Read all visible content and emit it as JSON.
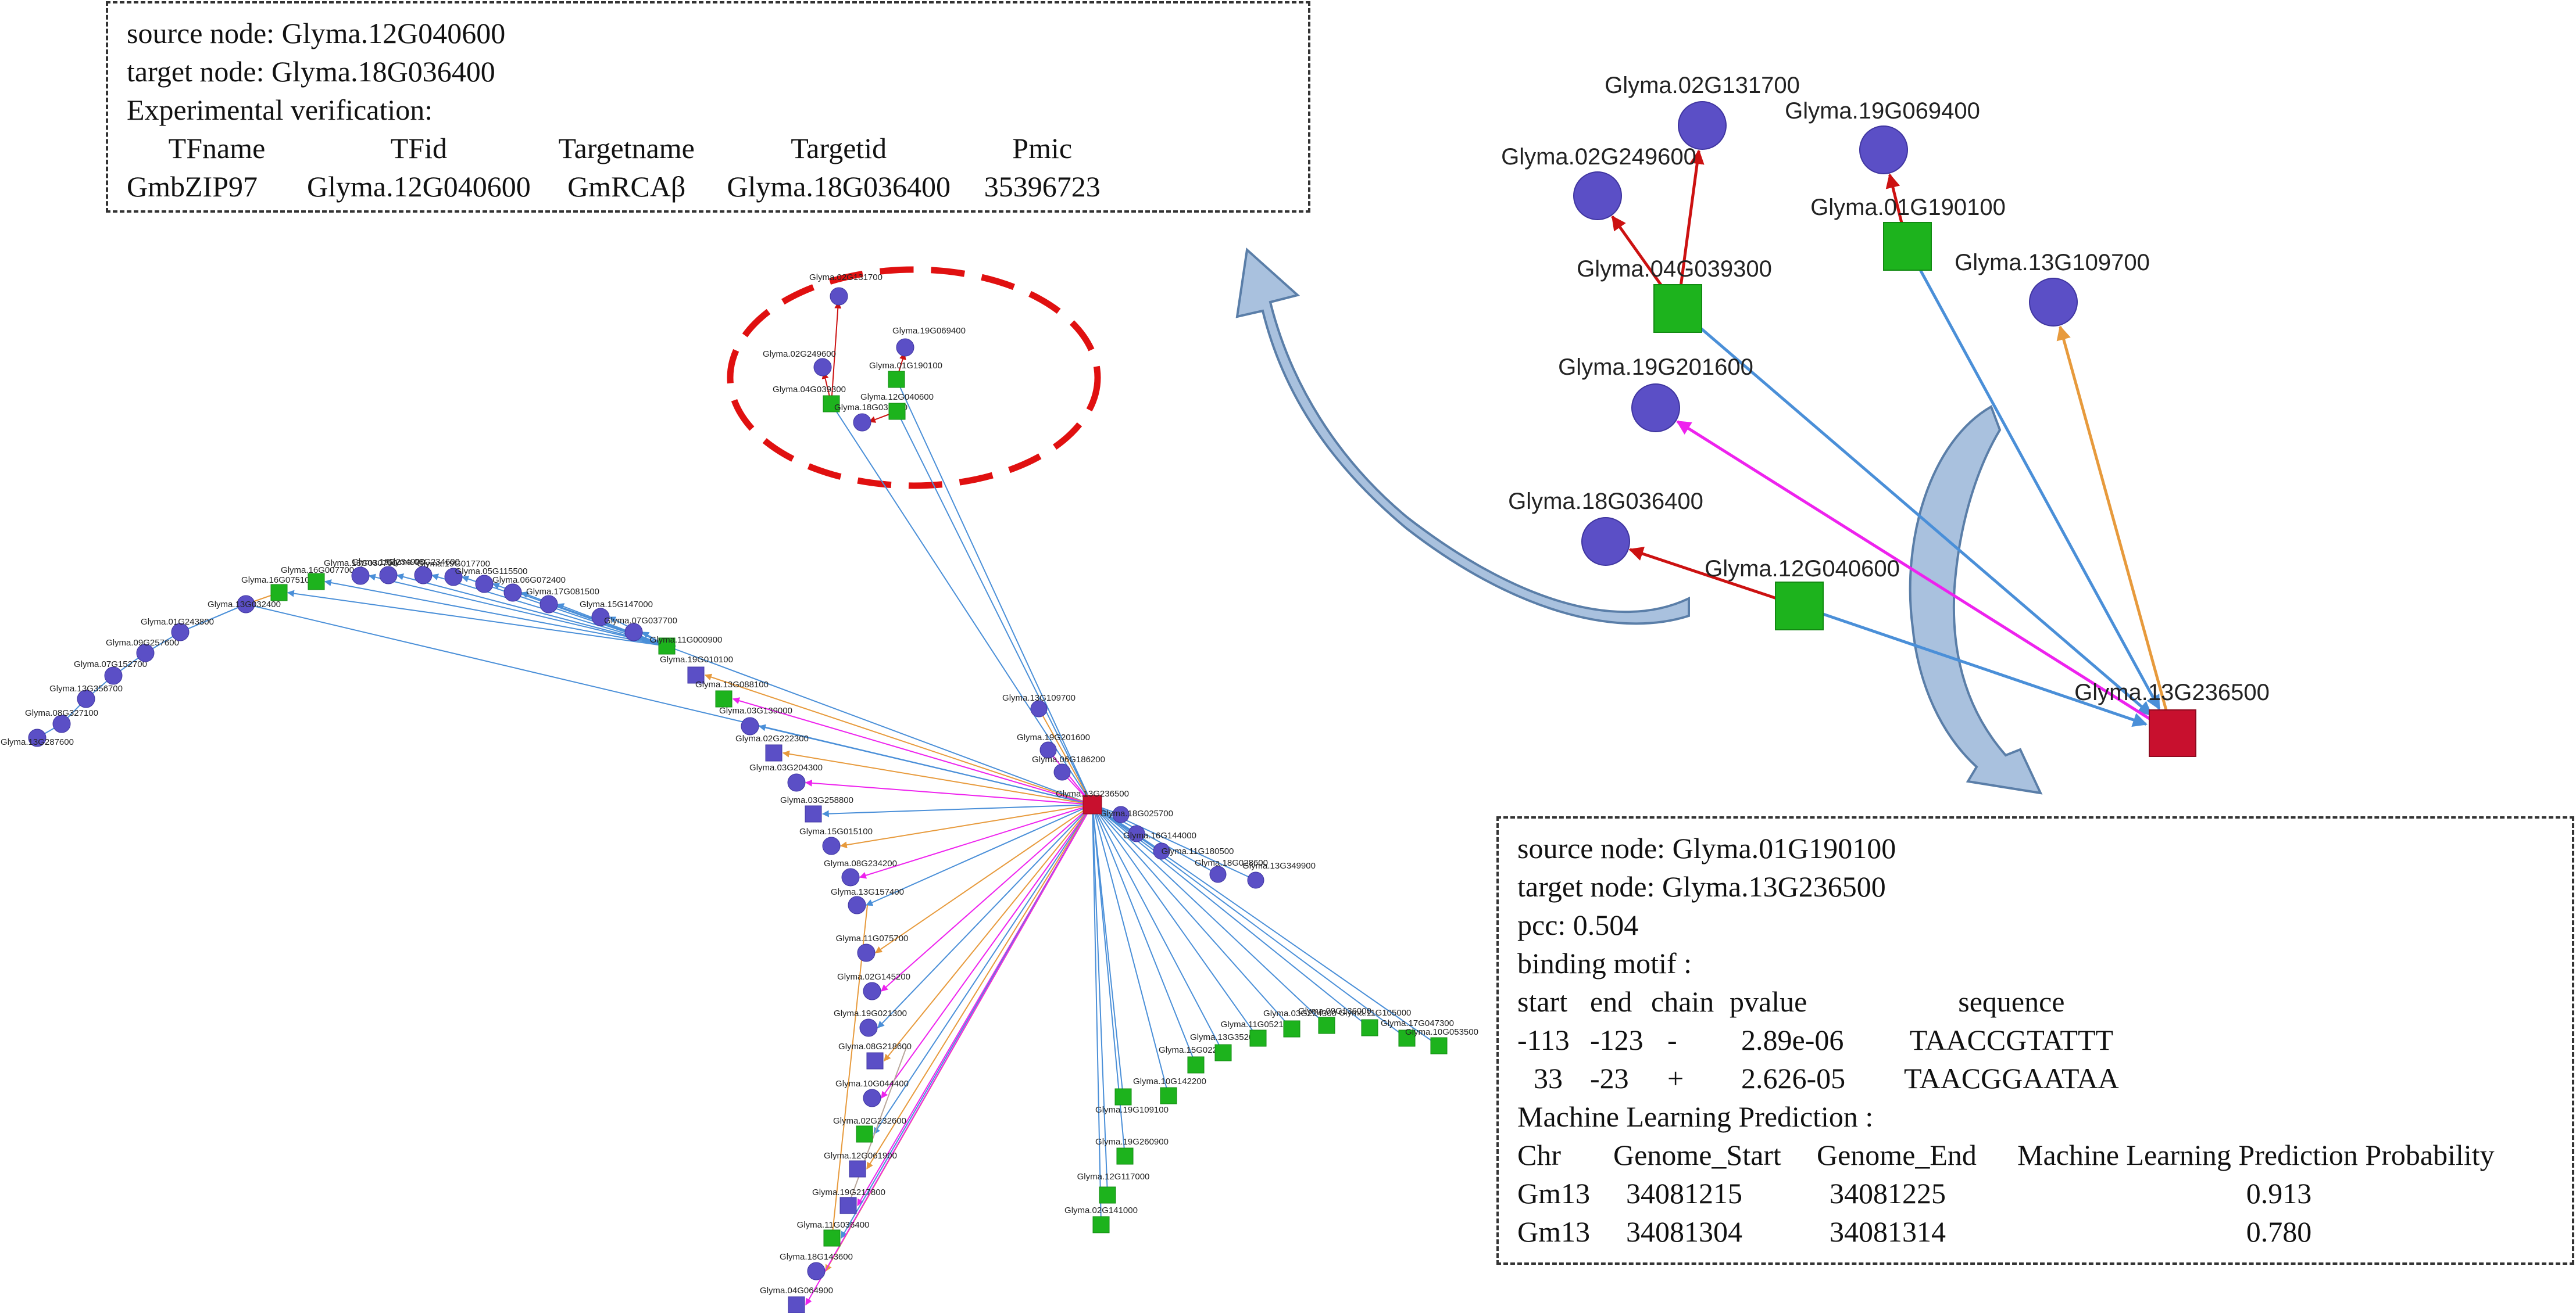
{
  "colors": {
    "tf_node": "#1db31d",
    "gene_node": "#5b4fc6",
    "target_node": "#c8102e",
    "edge_blue": "#4a8fd8",
    "edge_red": "#cc1111",
    "edge_orange": "#e79a3c",
    "edge_magenta": "#ee22ee",
    "highlight_ellipse": "#e01010",
    "callout_arrow_fill": "#a9c1de",
    "callout_arrow_stroke": "#5a7ea8"
  },
  "box1": {
    "source_line": "source node: Glyma.12G040600",
    "target_line": "target node: Glyma.18G036400",
    "section_title": "Experimental verification:",
    "headers": [
      "TFname",
      "TFid",
      "Targetname",
      "Targetid",
      "Pmic"
    ],
    "row": [
      "GmbZIP97",
      "Glyma.12G040600",
      "GmRCAβ",
      "Glyma.18G036400",
      "35396723"
    ]
  },
  "box2": {
    "source_line": "source node: Glyma.01G190100",
    "target_line": "target node: Glyma.13G236500",
    "pcc_line": "pcc: 0.504",
    "motif_title": "binding motif :",
    "motif_headers": [
      "start",
      "end",
      "chain",
      "pvalue",
      "sequence"
    ],
    "motif_rows": [
      [
        "-113",
        "-123",
        "-",
        "2.89e-06",
        "TAACCGTATTT"
      ],
      [
        "33",
        "-23",
        "+",
        "2.626-05",
        "TAACGGAATAA"
      ]
    ],
    "ml_title": "Machine Learning Prediction :",
    "ml_headers": [
      "Chr",
      "Genome_Start",
      "Genome_End",
      "Machine Learning Prediction Probability"
    ],
    "ml_rows": [
      [
        "Gm13",
        "34081215",
        "34081225",
        "0.913"
      ],
      [
        "Gm13",
        "34081304",
        "34081314",
        "0.780"
      ]
    ]
  },
  "zoom_network": {
    "nodes": [
      {
        "id": "z_13G236500",
        "label": "Glyma.13G236500",
        "kind": "target"
      },
      {
        "id": "z_12G040600",
        "label": "Glyma.12G040600",
        "kind": "tf"
      },
      {
        "id": "z_04G039300",
        "label": "Glyma.04G039300",
        "kind": "tf"
      },
      {
        "id": "z_01G190100",
        "label": "Glyma.01G190100",
        "kind": "tf"
      },
      {
        "id": "z_02G131700",
        "label": "Glyma.02G131700",
        "kind": "gene"
      },
      {
        "id": "z_19G069400",
        "label": "Glyma.19G069400",
        "kind": "gene"
      },
      {
        "id": "z_02G249600",
        "label": "Glyma.02G249600",
        "kind": "gene"
      },
      {
        "id": "z_13G109700",
        "label": "Glyma.13G109700",
        "kind": "gene"
      },
      {
        "id": "z_19G201600",
        "label": "Glyma.19G201600",
        "kind": "gene"
      },
      {
        "id": "z_18G036400",
        "label": "Glyma.18G036400",
        "kind": "gene"
      }
    ],
    "edges": [
      {
        "from": "z_04G039300",
        "to": "z_02G249600",
        "color": "red"
      },
      {
        "from": "z_04G039300",
        "to": "z_02G131700",
        "color": "red"
      },
      {
        "from": "z_01G190100",
        "to": "z_19G069400",
        "color": "red"
      },
      {
        "from": "z_12G040600",
        "to": "z_18G036400",
        "color": "red"
      },
      {
        "from": "z_04G039300",
        "to": "z_13G236500",
        "color": "blue"
      },
      {
        "from": "z_01G190100",
        "to": "z_13G236500",
        "color": "blue"
      },
      {
        "from": "z_12G040600",
        "to": "z_13G236500",
        "color": "blue"
      },
      {
        "from": "z_13G236500",
        "to": "z_13G109700",
        "color": "orange"
      },
      {
        "from": "z_13G236500",
        "to": "z_19G201600",
        "color": "magenta"
      }
    ]
  },
  "overview_network": {
    "hub": {
      "label": "Glyma.13G236500",
      "kind": "target"
    },
    "cluster_top": [
      {
        "label": "Glyma.02G131700",
        "kind": "gene"
      },
      {
        "label": "Glyma.19G069400",
        "kind": "gene"
      },
      {
        "label": "Glyma.02G249600",
        "kind": "gene"
      },
      {
        "label": "Glyma.01G190100",
        "kind": "tf"
      },
      {
        "label": "Glyma.04G039300",
        "kind": "tf"
      },
      {
        "label": "Glyma.18G036400",
        "kind": "gene"
      },
      {
        "label": "Glyma.12G040600",
        "kind": "tf"
      }
    ],
    "arc_left": [
      {
        "label": "Glyma.13G287600",
        "kind": "gene"
      },
      {
        "label": "Glyma.08G327100",
        "kind": "gene"
      },
      {
        "label": "Glyma.13G356700",
        "kind": "gene"
      },
      {
        "label": "Glyma.07G152700",
        "kind": "gene"
      },
      {
        "label": "Glyma.09G257600",
        "kind": "gene"
      },
      {
        "label": "Glyma.01G243800",
        "kind": "gene"
      },
      {
        "label": "Glyma.13G032400",
        "kind": "gene"
      },
      {
        "label": "Glyma.16G075100",
        "kind": "tf"
      },
      {
        "label": "Glyma.16G007700",
        "kind": "tf"
      },
      {
        "label": "Glyma.13G030700",
        "kind": "gene"
      },
      {
        "label": "Glyma.19G234900",
        "kind": "gene"
      },
      {
        "label": "Glyma.03G234600",
        "kind": "gene"
      },
      {
        "label": "Glyma.19G017700",
        "kind": "gene"
      },
      {
        "label": "Glyma.05G115500",
        "kind": "gene"
      },
      {
        "label": "Glyma.06G072400",
        "kind": "gene"
      },
      {
        "label": "Glyma.17G081500",
        "kind": "gene"
      },
      {
        "label": "Glyma.15G147000",
        "kind": "gene"
      },
      {
        "label": "Glyma.07G037700",
        "kind": "gene"
      },
      {
        "label": "Glyma.11G000900",
        "kind": "tf"
      }
    ],
    "chain_down": [
      {
        "label": "Glyma.19G010100",
        "kind": "sq"
      },
      {
        "label": "Glyma.13G088100",
        "kind": "tf"
      },
      {
        "label": "Glyma.03G139000",
        "kind": "gene"
      },
      {
        "label": "Glyma.02G222300",
        "kind": "sq"
      },
      {
        "label": "Glyma.03G204300",
        "kind": "gene"
      },
      {
        "label": "Glyma.03G258800",
        "kind": "sq"
      },
      {
        "label": "Glyma.15G015100",
        "kind": "gene"
      },
      {
        "label": "Glyma.08G234200",
        "kind": "gene"
      },
      {
        "label": "Glyma.13G157400",
        "kind": "gene"
      },
      {
        "label": "Glyma.11G075700",
        "kind": "gene"
      },
      {
        "label": "Glyma.02G145200",
        "kind": "gene"
      },
      {
        "label": "Glyma.19G021300",
        "kind": "gene"
      },
      {
        "label": "Glyma.08G218600",
        "kind": "sq"
      },
      {
        "label": "Glyma.10G044400",
        "kind": "gene"
      },
      {
        "label": "Glyma.02G232600",
        "kind": "tf"
      },
      {
        "label": "Glyma.12G061900",
        "kind": "sq"
      },
      {
        "label": "Glyma.19G217800",
        "kind": "sq"
      },
      {
        "label": "Glyma.11G036400",
        "kind": "tf"
      },
      {
        "label": "Glyma.18G143600",
        "kind": "gene"
      },
      {
        "label": "Glyma.04G064900",
        "kind": "sq"
      }
    ],
    "hub_left": [
      {
        "label": "Glyma.13G109700",
        "kind": "gene"
      },
      {
        "label": "Glyma.19G201600",
        "kind": "gene"
      },
      {
        "label": "Glyma.06G186200",
        "kind": "gene"
      }
    ],
    "hub_right": [
      {
        "label": "Glyma.18G025700",
        "kind": "gene"
      },
      {
        "label": "Glyma.16G144000",
        "kind": "gene"
      },
      {
        "label": "Glyma.11G180500",
        "kind": "gene"
      },
      {
        "label": "Glyma.18G028600",
        "kind": "gene"
      },
      {
        "label": "Glyma.13G349900",
        "kind": "gene"
      }
    ],
    "fan_down": [
      {
        "label": "Glyma.19G109100",
        "kind": "tf"
      },
      {
        "label": "Glyma.19G260900",
        "kind": "tf"
      },
      {
        "label": "Glyma.12G117000",
        "kind": "tf"
      },
      {
        "label": "Glyma.02G141000",
        "kind": "tf"
      }
    ],
    "fan_right": [
      {
        "label": "Glyma.10G142200",
        "kind": "tf"
      },
      {
        "label": "Glyma.15G022800",
        "kind": "tf"
      },
      {
        "label": "Glyma.13G352000",
        "kind": "tf"
      },
      {
        "label": "Glyma.11G052100",
        "kind": "tf"
      },
      {
        "label": "Glyma.03G224300",
        "kind": "tf"
      },
      {
        "label": "Glyma.09G136000",
        "kind": "tf"
      },
      {
        "label": "Glyma.11G105000",
        "kind": "tf"
      },
      {
        "label": "Glyma.17G047300",
        "kind": "tf"
      },
      {
        "label": "Glyma.10G053500",
        "kind": "tf"
      }
    ]
  }
}
